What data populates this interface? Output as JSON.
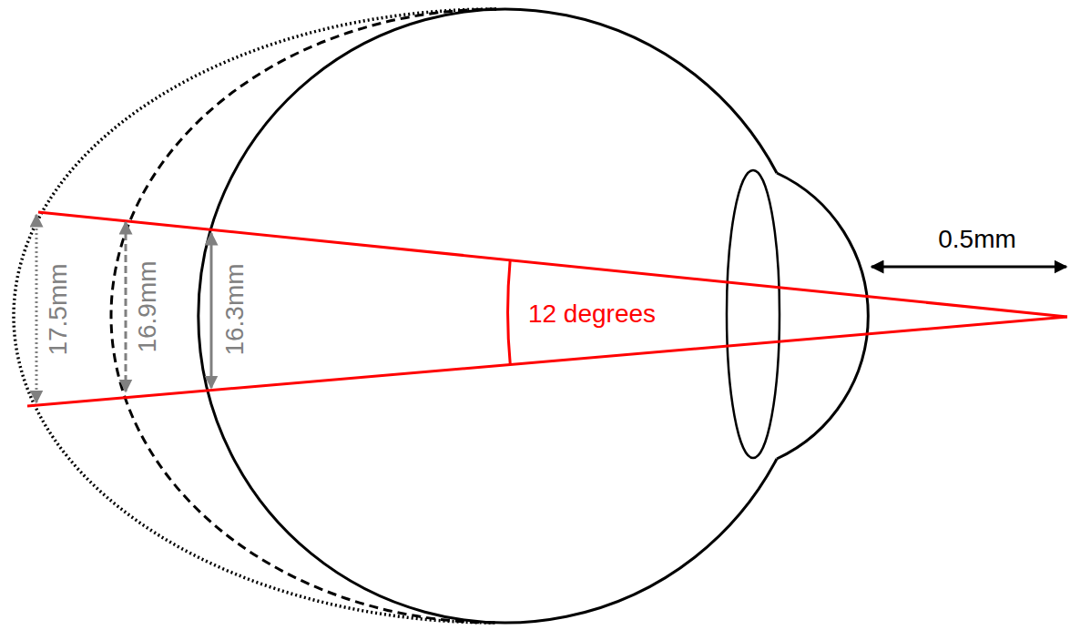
{
  "diagram": {
    "labels": [
      "17.5mm",
      "16.9mm",
      "16.3mm",
      "12 degrees",
      "0.5mm"
    ]
  }
}
